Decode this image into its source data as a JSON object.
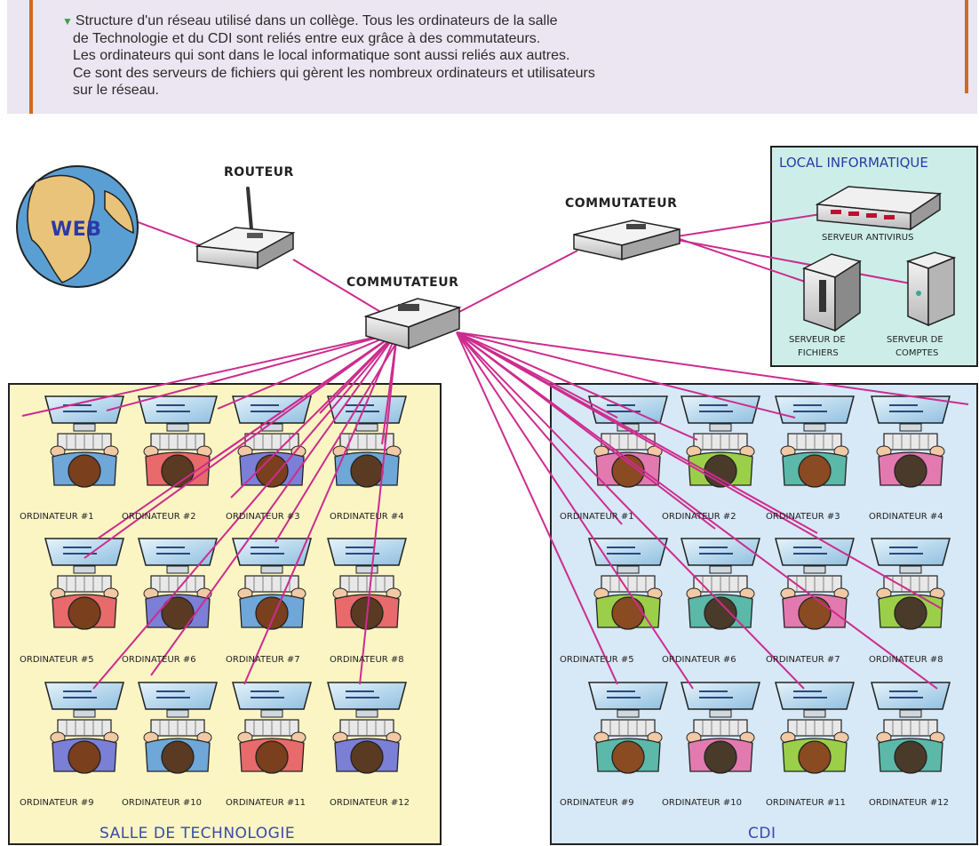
{
  "caption": {
    "lines": [
      "Structure d'un réseau utilisé dans un collège. Tous les ordinateurs de la salle",
      "de Technologie et du CDI sont reliés entre eux grâce à des commutateurs.",
      "Les ordinateurs qui sont dans le local informatique sont aussi reliés aux autres.",
      "Ce sont des serveurs de fichiers qui gèrent les nombreux ordinateurs et utilisateurs",
      "sur le réseau."
    ]
  },
  "diagram": {
    "web_label": "WEB",
    "routeur_label": "ROUTEUR",
    "switch_main_label": "COMMUTATEUR",
    "switch_right_label": "COMMUTATEUR",
    "local": {
      "title": "LOCAL INFORMATIQUE",
      "antivirus": "SERVEUR ANTIVIRUS",
      "fichiers_1": "SERVEUR DE",
      "fichiers_2": "FICHIERS",
      "comptes_1": "SERVEUR DE",
      "comptes_2": "COMPTES"
    },
    "salle_techno": {
      "title": "SALLE DE TECHNOLOGIE",
      "computers": [
        "ORDINATEUR #1",
        "ORDINATEUR #2",
        "ORDINATEUR #3",
        "ORDINATEUR #4",
        "ORDINATEUR #5",
        "ORDINATEUR #6",
        "ORDINATEUR #7",
        "ORDINATEUR #8",
        "ORDINATEUR #9",
        "ORDINATEUR #10",
        "ORDINATEUR #11",
        "ORDINATEUR #12"
      ]
    },
    "cdi": {
      "title": "CDI",
      "computers": [
        "ORDINATEUR #1",
        "ORDINATEUR #2",
        "ORDINATEUR #3",
        "ORDINATEUR #4",
        "ORDINATEUR #5",
        "ORDINATEUR #6",
        "ORDINATEUR #7",
        "ORDINATEUR #8",
        "ORDINATEUR #9",
        "ORDINATEUR #10",
        "ORDINATEUR #11",
        "ORDINATEUR #12"
      ]
    }
  },
  "colors": {
    "link": "#cc2c8e",
    "salle_bg": "#fbf5c4",
    "cdi_bg": "#d7e8f6",
    "local_bg": "#cdeee8",
    "local_title": "#2a3aa6",
    "room_title": "#3a4aa6"
  }
}
